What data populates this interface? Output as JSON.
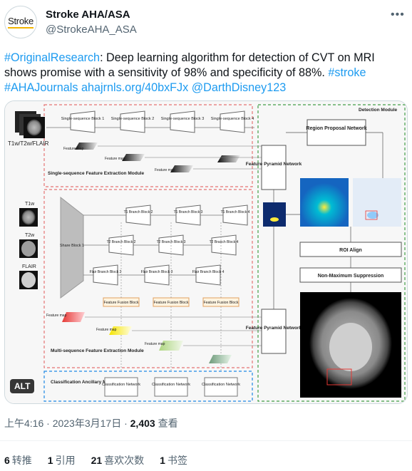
{
  "account": {
    "avatar_logo_text": "Stroke",
    "name": "Stroke AHA/ASA",
    "handle": "@StrokeAHA_ASA"
  },
  "tweet": {
    "hashtag1": "#OriginalResearch",
    "body": ": Deep learning algorithm for detection of CVT on MRI shows promise with a sensitivity of 98% and specificity of 88%. ",
    "hashtag2": "#stroke",
    "hashtag3": "#AHAJournals",
    "url": "ahajrnls.org/40bxFJx",
    "mention": "@DarthDisney123"
  },
  "media": {
    "alt_badge": "ALT",
    "diagram": {
      "input_label": "T1w/T2w/FLAIR",
      "single_blocks": [
        "Single-sequence Block 1",
        "Single-sequence Block 2",
        "Single-sequence Block 3",
        "Single-sequence Block 4"
      ],
      "feature_map": "Feature map",
      "single_module": "Single-sequence Feature Extraction Module",
      "t1w": "T1w",
      "t2w": "T2w",
      "flair": "FLAIR",
      "share_block": "Share Block 1",
      "t1_blocks": [
        "T1 Branch Block 2",
        "T1 Branch Block 3",
        "T1 Branch Block 4"
      ],
      "t2_blocks": [
        "T2 Branch Block 2",
        "T2 Branch Block 3",
        "T2 Branch Block 4"
      ],
      "flair_blocks": [
        "Flair Branch Block 2",
        "Flair Branch Block 3",
        "Flair Branch Block 4"
      ],
      "fusion_block": "Feature Fusion Block",
      "multi_module": "Multi-sequence Feature Extraction Module",
      "fpn": "Feature Pyramid Network",
      "detection_module": "Detection Module",
      "rpn": "Region Proposal Network",
      "roi_align": "ROI Align",
      "nms": "Non-Maximum Suppression",
      "classification_module": "Classification Ancillary Module",
      "classification_network": "Classification Network"
    }
  },
  "meta": {
    "time": "上午4:16 · 2023年3月17日 · ",
    "views": "2,403",
    "views_label": " 查看"
  },
  "stats": [
    {
      "count": "6",
      "label": "转推"
    },
    {
      "count": "1",
      "label": "引用"
    },
    {
      "count": "21",
      "label": "喜欢次数"
    },
    {
      "count": "1",
      "label": "书签"
    }
  ]
}
